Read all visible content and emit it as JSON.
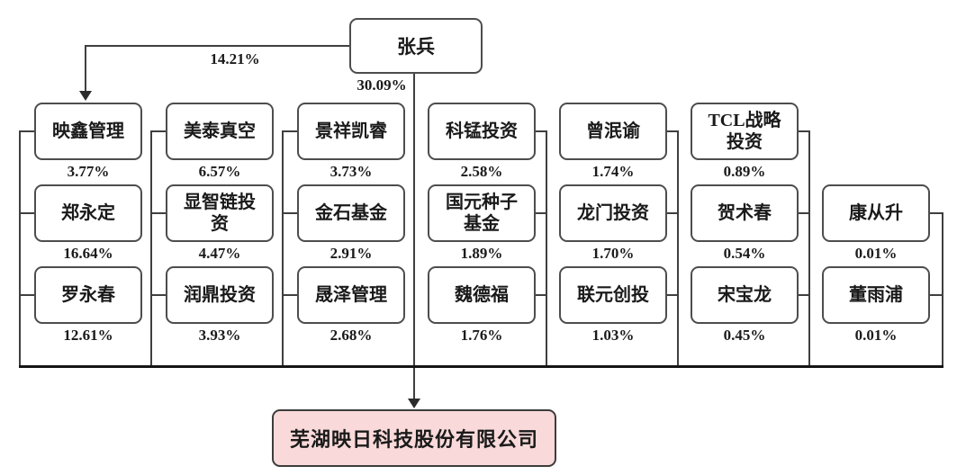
{
  "diagram": {
    "root": {
      "name": "张兵"
    },
    "edges": {
      "root_to_first_shareholder_pct": "14.21%",
      "root_to_company_pct": "30.09%"
    },
    "company": {
      "name": "芜湖映日科技股份有限公司"
    },
    "columns": [
      {
        "side": "left",
        "cells": [
          {
            "name": "映鑫管理",
            "pct": "3.77%"
          },
          {
            "name": "郑永定",
            "pct": "16.64%"
          },
          {
            "name": "罗永春",
            "pct": "12.61%"
          }
        ]
      },
      {
        "side": "left",
        "cells": [
          {
            "name": "美泰真空",
            "pct": "6.57%"
          },
          {
            "name": "显智链投资",
            "pct": "4.47%"
          },
          {
            "name": "润鼎投资",
            "pct": "3.93%"
          }
        ]
      },
      {
        "side": "left",
        "cells": [
          {
            "name": "景祥凯睿",
            "pct": "3.73%"
          },
          {
            "name": "金石基金",
            "pct": "2.91%"
          },
          {
            "name": "晟泽管理",
            "pct": "2.68%"
          }
        ]
      },
      {
        "side": "right",
        "cells": [
          {
            "name": "科锰投资",
            "pct": "2.58%"
          },
          {
            "name": "国元种子基金",
            "pct": "1.89%"
          },
          {
            "name": "魏德福",
            "pct": "1.76%"
          }
        ]
      },
      {
        "side": "right",
        "cells": [
          {
            "name": "曾泯谕",
            "pct": "1.74%"
          },
          {
            "name": "龙门投资",
            "pct": "1.70%"
          },
          {
            "name": "联元创投",
            "pct": "1.03%"
          }
        ]
      },
      {
        "side": "right",
        "cells": [
          {
            "name": "TCL战略投资",
            "pct": "0.89%"
          },
          {
            "name": "贺术春",
            "pct": "0.54%"
          },
          {
            "name": "宋宝龙",
            "pct": "0.45%"
          }
        ]
      },
      {
        "side": "right",
        "cells": [
          {
            "name": "康从升",
            "pct": "0.01%"
          },
          {
            "name": "董雨浦",
            "pct": "0.01%"
          }
        ]
      }
    ]
  },
  "colors": {
    "company_fill": "#f9d9d9",
    "box_border": "#4d4d4d",
    "connector_line": "#3f3f3f",
    "collector_line": "#151515"
  }
}
